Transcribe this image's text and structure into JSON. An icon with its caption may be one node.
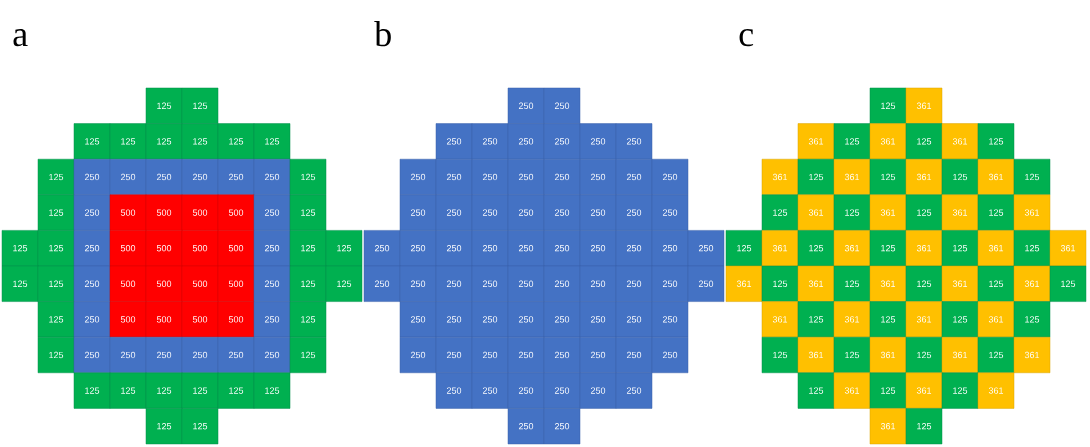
{
  "diagram": {
    "nodes": [
      {
        "text": [
          "125"
        ]
      },
      {
        "text": [
          "125"
        ]
      },
      {
        "text": [
          "125"
        ]
      },
      {
        "text": [
          "125"
        ]
      },
      {
        "text": [
          "125"
        ]
      },
      {
        "text": [
          "125"
        ]
      },
      {
        "text": [
          "125"
        ]
      },
      {
        "text": [
          "125"
        ]
      },
      {
        "text": [
          "125"
        ]
      },
      {
        "text": [
          "250"
        ]
      },
      {
        "text": [
          "250"
        ]
      },
      {
        "text": [
          "250"
        ]
      },
      {
        "text": [
          "250"
        ]
      },
      {
        "text": [
          "250"
        ]
      },
      {
        "text": [
          "250"
        ]
      },
      {
        "text": [
          "125"
        ]
      },
      {
        "text": [
          "125"
        ]
      },
      {
        "text": [
          "250"
        ]
      },
      {
        "text": [
          "500"
        ]
      },
      {
        "text": [
          "500"
        ]
      },
      {
        "text": [
          "500"
        ]
      },
      {
        "text": [
          "500"
        ]
      },
      {
        "text": [
          "250"
        ]
      },
      {
        "text": [
          "125"
        ]
      },
      {
        "text": [
          "125"
        ]
      },
      {
        "text": [
          "125"
        ]
      },
      {
        "text": [
          "250"
        ]
      },
      {
        "text": [
          "500"
        ]
      },
      {
        "text": [
          "500"
        ]
      },
      {
        "text": [
          "500"
        ]
      },
      {
        "text": [
          "500"
        ]
      },
      {
        "text": [
          "250"
        ]
      },
      {
        "text": [
          "125"
        ]
      },
      {
        "text": [
          "125"
        ]
      },
      {
        "text": [
          "125"
        ]
      },
      {
        "text": [
          "125"
        ]
      },
      {
        "text": [
          "250"
        ]
      },
      {
        "text": [
          "500"
        ]
      },
      {
        "text": [
          "500"
        ]
      },
      {
        "text": [
          "500"
        ]
      },
      {
        "text": [
          "500"
        ]
      },
      {
        "text": [
          "250"
        ]
      },
      {
        "text": [
          "125"
        ]
      },
      {
        "text": [
          "125"
        ]
      },
      {
        "text": [
          "125"
        ]
      },
      {
        "text": [
          "250"
        ]
      },
      {
        "text": [
          "500"
        ]
      },
      {
        "text": [
          "500"
        ]
      },
      {
        "text": [
          "500"
        ]
      },
      {
        "text": [
          "500"
        ]
      },
      {
        "text": [
          "250"
        ]
      },
      {
        "text": [
          "125"
        ]
      },
      {
        "text": [
          "125"
        ]
      },
      {
        "text": [
          "250"
        ]
      },
      {
        "text": [
          "250"
        ]
      },
      {
        "text": [
          "250"
        ]
      },
      {
        "text": [
          "250"
        ]
      },
      {
        "text": [
          "250"
        ]
      },
      {
        "text": [
          "250"
        ]
      },
      {
        "text": [
          "125"
        ]
      },
      {
        "text": [
          "125"
        ]
      },
      {
        "text": [
          "125"
        ]
      },
      {
        "text": [
          "125"
        ]
      },
      {
        "text": [
          "125"
        ]
      },
      {
        "text": [
          "125"
        ]
      },
      {
        "text": [
          "125"
        ]
      },
      {
        "text": [
          "125"
        ]
      },
      {
        "text": [
          "125"
        ]
      },
      {
        "text": [
          "250"
        ]
      },
      {
        "text": [
          "250"
        ]
      },
      {
        "text": [
          "250"
        ]
      },
      {
        "text": [
          "250"
        ]
      },
      {
        "text": [
          "250"
        ]
      },
      {
        "text": [
          "250"
        ]
      },
      {
        "text": [
          "250"
        ]
      },
      {
        "text": [
          "250"
        ]
      },
      {
        "text": [
          "250"
        ]
      },
      {
        "text": [
          "250"
        ]
      },
      {
        "text": [
          "250"
        ]
      },
      {
        "text": [
          "250"
        ]
      },
      {
        "text": [
          "250"
        ]
      },
      {
        "text": [
          "250"
        ]
      },
      {
        "text": [
          "250"
        ]
      },
      {
        "text": [
          "250"
        ]
      },
      {
        "text": [
          "250"
        ]
      },
      {
        "text": [
          "250"
        ]
      },
      {
        "text": [
          "250"
        ]
      },
      {
        "text": [
          "250"
        ]
      },
      {
        "text": [
          "250"
        ]
      },
      {
        "text": [
          "250"
        ]
      },
      {
        "text": [
          "250"
        ]
      },
      {
        "text": [
          "250"
        ]
      },
      {
        "text": [
          "250"
        ]
      },
      {
        "text": [
          "250"
        ]
      },
      {
        "text": [
          "250"
        ]
      },
      {
        "text": [
          "250"
        ]
      },
      {
        "text": [
          "250"
        ]
      },
      {
        "text": [
          "250"
        ]
      },
      {
        "text": [
          "250"
        ]
      },
      {
        "text": [
          "250"
        ]
      },
      {
        "text": [
          "250"
        ]
      },
      {
        "text": [
          "250"
        ]
      },
      {
        "text": [
          "250"
        ]
      },
      {
        "text": [
          "250"
        ]
      },
      {
        "text": [
          "250"
        ]
      },
      {
        "text": [
          "250"
        ]
      },
      {
        "text": [
          "250"
        ]
      },
      {
        "text": [
          "250"
        ]
      },
      {
        "text": [
          "250"
        ]
      },
      {
        "text": [
          "250"
        ]
      },
      {
        "text": [
          "250"
        ]
      },
      {
        "text": [
          "250"
        ]
      },
      {
        "text": [
          "250"
        ]
      },
      {
        "text": [
          "250"
        ]
      },
      {
        "text": [
          "250"
        ]
      },
      {
        "text": [
          "250"
        ]
      },
      {
        "text": [
          "250"
        ]
      },
      {
        "text": [
          "250"
        ]
      },
      {
        "text": [
          "250"
        ]
      },
      {
        "text": [
          "250"
        ]
      },
      {
        "text": [
          "250"
        ]
      },
      {
        "text": [
          "250"
        ]
      },
      {
        "text": [
          "250"
        ]
      },
      {
        "text": [
          "250"
        ]
      },
      {
        "text": [
          "250"
        ]
      },
      {
        "text": [
          "250"
        ]
      },
      {
        "text": [
          "250"
        ]
      },
      {
        "text": [
          "250"
        ]
      },
      {
        "text": [
          "250"
        ]
      },
      {
        "text": [
          "250"
        ]
      },
      {
        "text": [
          "250"
        ]
      },
      {
        "text": [
          "250"
        ]
      },
      {
        "text": [
          "250"
        ]
      },
      {
        "text": [
          "250"
        ]
      },
      {
        "text": [
          "250"
        ]
      },
      {
        "text": [
          "250"
        ]
      },
      {
        "text": [
          "125"
        ]
      },
      {
        "text": [
          "361"
        ]
      },
      {
        "text": [
          "361"
        ]
      },
      {
        "text": [
          "125"
        ]
      },
      {
        "text": [
          "361"
        ]
      },
      {
        "text": [
          "125"
        ]
      },
      {
        "text": [
          "361"
        ]
      },
      {
        "text": [
          "125"
        ]
      },
      {
        "text": [
          "361"
        ]
      },
      {
        "text": [
          "125"
        ]
      },
      {
        "text": [
          "361"
        ]
      },
      {
        "text": [
          "125"
        ]
      },
      {
        "text": [
          "361"
        ]
      },
      {
        "text": [
          "125"
        ]
      },
      {
        "text": [
          "361"
        ]
      },
      {
        "text": [
          "125"
        ]
      },
      {
        "text": [
          "125"
        ]
      },
      {
        "text": [
          "361"
        ]
      },
      {
        "text": [
          "125"
        ]
      },
      {
        "text": [
          "361"
        ]
      },
      {
        "text": [
          "125"
        ]
      },
      {
        "text": [
          "361"
        ]
      },
      {
        "text": [
          "125"
        ]
      },
      {
        "text": [
          "361"
        ]
      },
      {
        "text": [
          "125"
        ]
      },
      {
        "text": [
          "361"
        ]
      },
      {
        "text": [
          "125"
        ]
      },
      {
        "text": [
          "361"
        ]
      },
      {
        "text": [
          "125"
        ]
      },
      {
        "text": [
          "361"
        ]
      },
      {
        "text": [
          "125"
        ]
      },
      {
        "text": [
          "361"
        ]
      },
      {
        "text": [
          "125"
        ]
      },
      {
        "text": [
          "361"
        ]
      },
      {
        "text": [
          "361"
        ]
      },
      {
        "text": [
          "125"
        ]
      },
      {
        "text": [
          "361"
        ]
      },
      {
        "text": [
          "125"
        ]
      },
      {
        "text": [
          "361"
        ]
      },
      {
        "text": [
          "125"
        ]
      },
      {
        "text": [
          "361"
        ]
      },
      {
        "text": [
          "125"
        ]
      },
      {
        "text": [
          "361"
        ]
      },
      {
        "text": [
          "125"
        ]
      },
      {
        "text": [
          "361"
        ]
      },
      {
        "text": [
          "125"
        ]
      },
      {
        "text": [
          "361"
        ]
      },
      {
        "text": [
          "125"
        ]
      },
      {
        "text": [
          "361"
        ]
      },
      {
        "text": [
          "125"
        ]
      },
      {
        "text": [
          "361"
        ]
      },
      {
        "text": [
          "125"
        ]
      },
      {
        "text": [
          "125"
        ]
      },
      {
        "text": [
          "361"
        ]
      },
      {
        "text": [
          "125"
        ]
      },
      {
        "text": [
          "361"
        ]
      },
      {
        "text": [
          "125"
        ]
      },
      {
        "text": [
          "361"
        ]
      },
      {
        "text": [
          "125"
        ]
      },
      {
        "text": [
          "361"
        ]
      },
      {
        "text": [
          "125"
        ]
      },
      {
        "text": [
          "361"
        ]
      },
      {
        "text": [
          "125"
        ]
      },
      {
        "text": [
          "361"
        ]
      },
      {
        "text": [
          "125"
        ]
      },
      {
        "text": [
          "361"
        ]
      },
      {
        "text": [
          "361"
        ]
      },
      {
        "text": [
          "125"
        ]
      }
    ],
    "labels": [
      "a",
      "b",
      "c"
    ]
  }
}
